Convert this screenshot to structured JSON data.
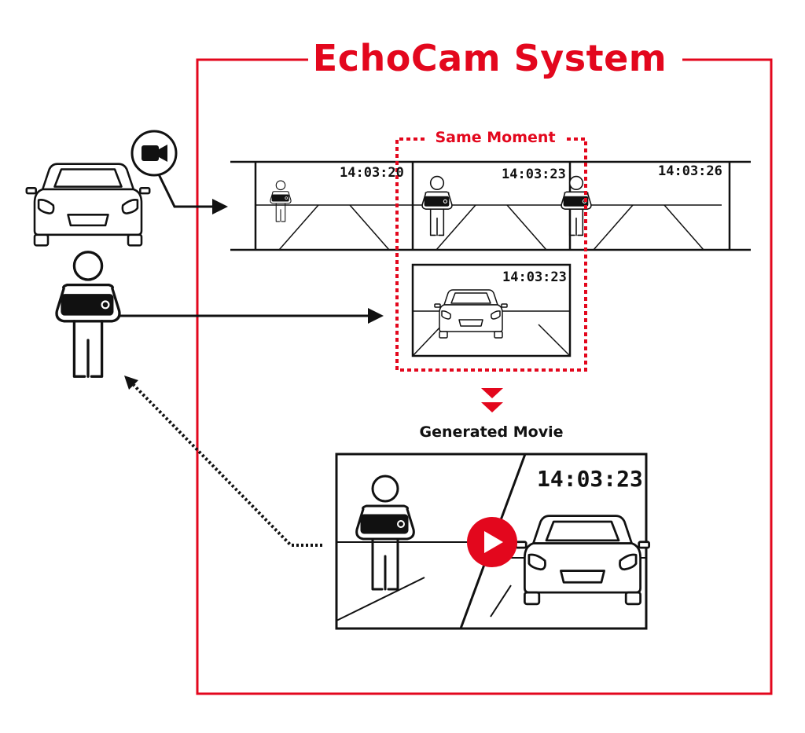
{
  "title": "EchoCam System",
  "same_moment_label": "Same Moment",
  "generated_movie_label": "Generated Movie",
  "dashcam_frames": [
    {
      "time": "14:03:20"
    },
    {
      "time": "14:03:23"
    },
    {
      "time": "14:03:26"
    }
  ],
  "phone_frame": {
    "time": "14:03:23"
  },
  "movie": {
    "time": "14:03:23"
  },
  "colors": {
    "accent": "#e3071d",
    "ink": "#111111",
    "background": "#ffffff"
  },
  "icons": [
    "car-icon",
    "video-camera-icon",
    "person-with-phone-icon",
    "play-icon",
    "double-chevron-down-icon"
  ]
}
